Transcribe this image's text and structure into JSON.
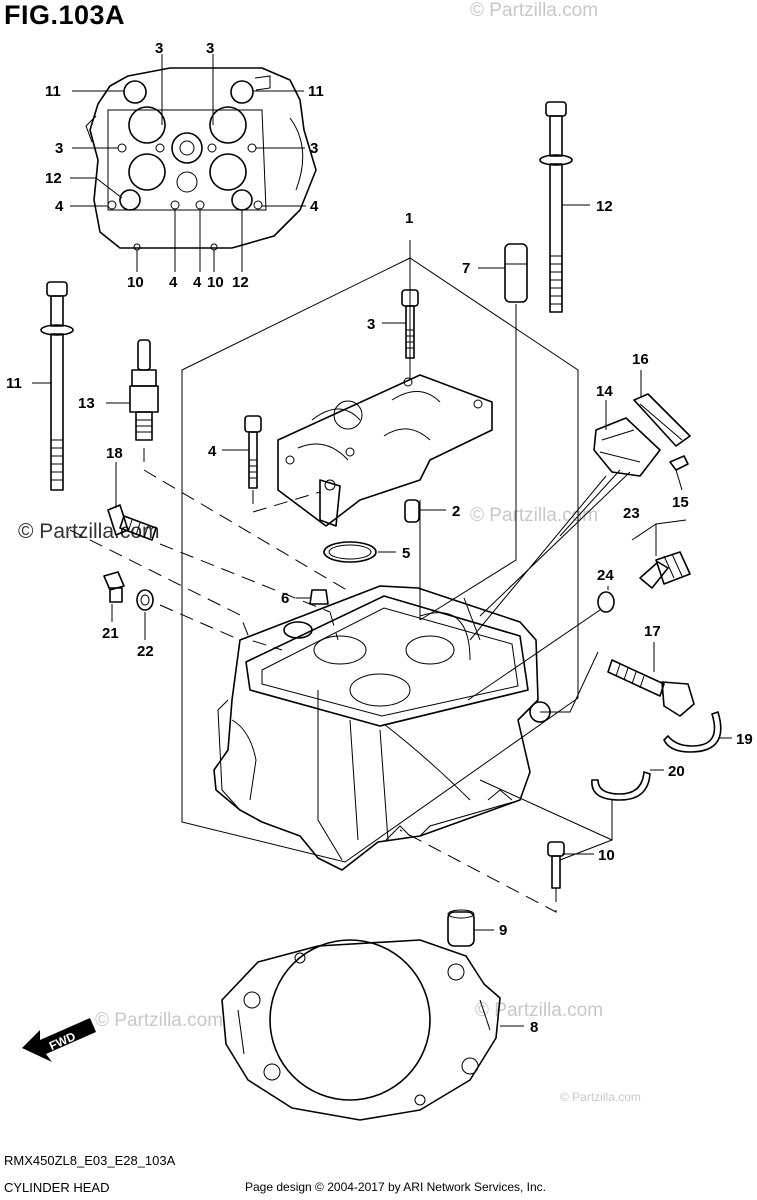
{
  "figure": {
    "title": "FIG.103A",
    "code": "RMX450ZL8_E03_E28_103A",
    "name": "CYLINDER HEAD",
    "copyright": "Page design © 2004-2017 by ARI Network Services, Inc.",
    "fwd_label": "FWD"
  },
  "watermarks": [
    "© Partzilla.com",
    "© Partzilla.com",
    "© Partzilla.com",
    "© Partzilla.com",
    "© Partzilla.com",
    "© Partzilla.com"
  ],
  "inset_labels": [
    "3",
    "3",
    "11",
    "11",
    "3",
    "3",
    "12",
    "4",
    "4",
    "10",
    "4",
    "4",
    "10",
    "12"
  ],
  "part_labels": [
    "1",
    "2",
    "3",
    "4",
    "5",
    "6",
    "7",
    "8",
    "9",
    "10",
    "11",
    "12",
    "13",
    "14",
    "15",
    "16",
    "17",
    "18",
    "19",
    "20",
    "21",
    "22",
    "23",
    "24"
  ]
}
